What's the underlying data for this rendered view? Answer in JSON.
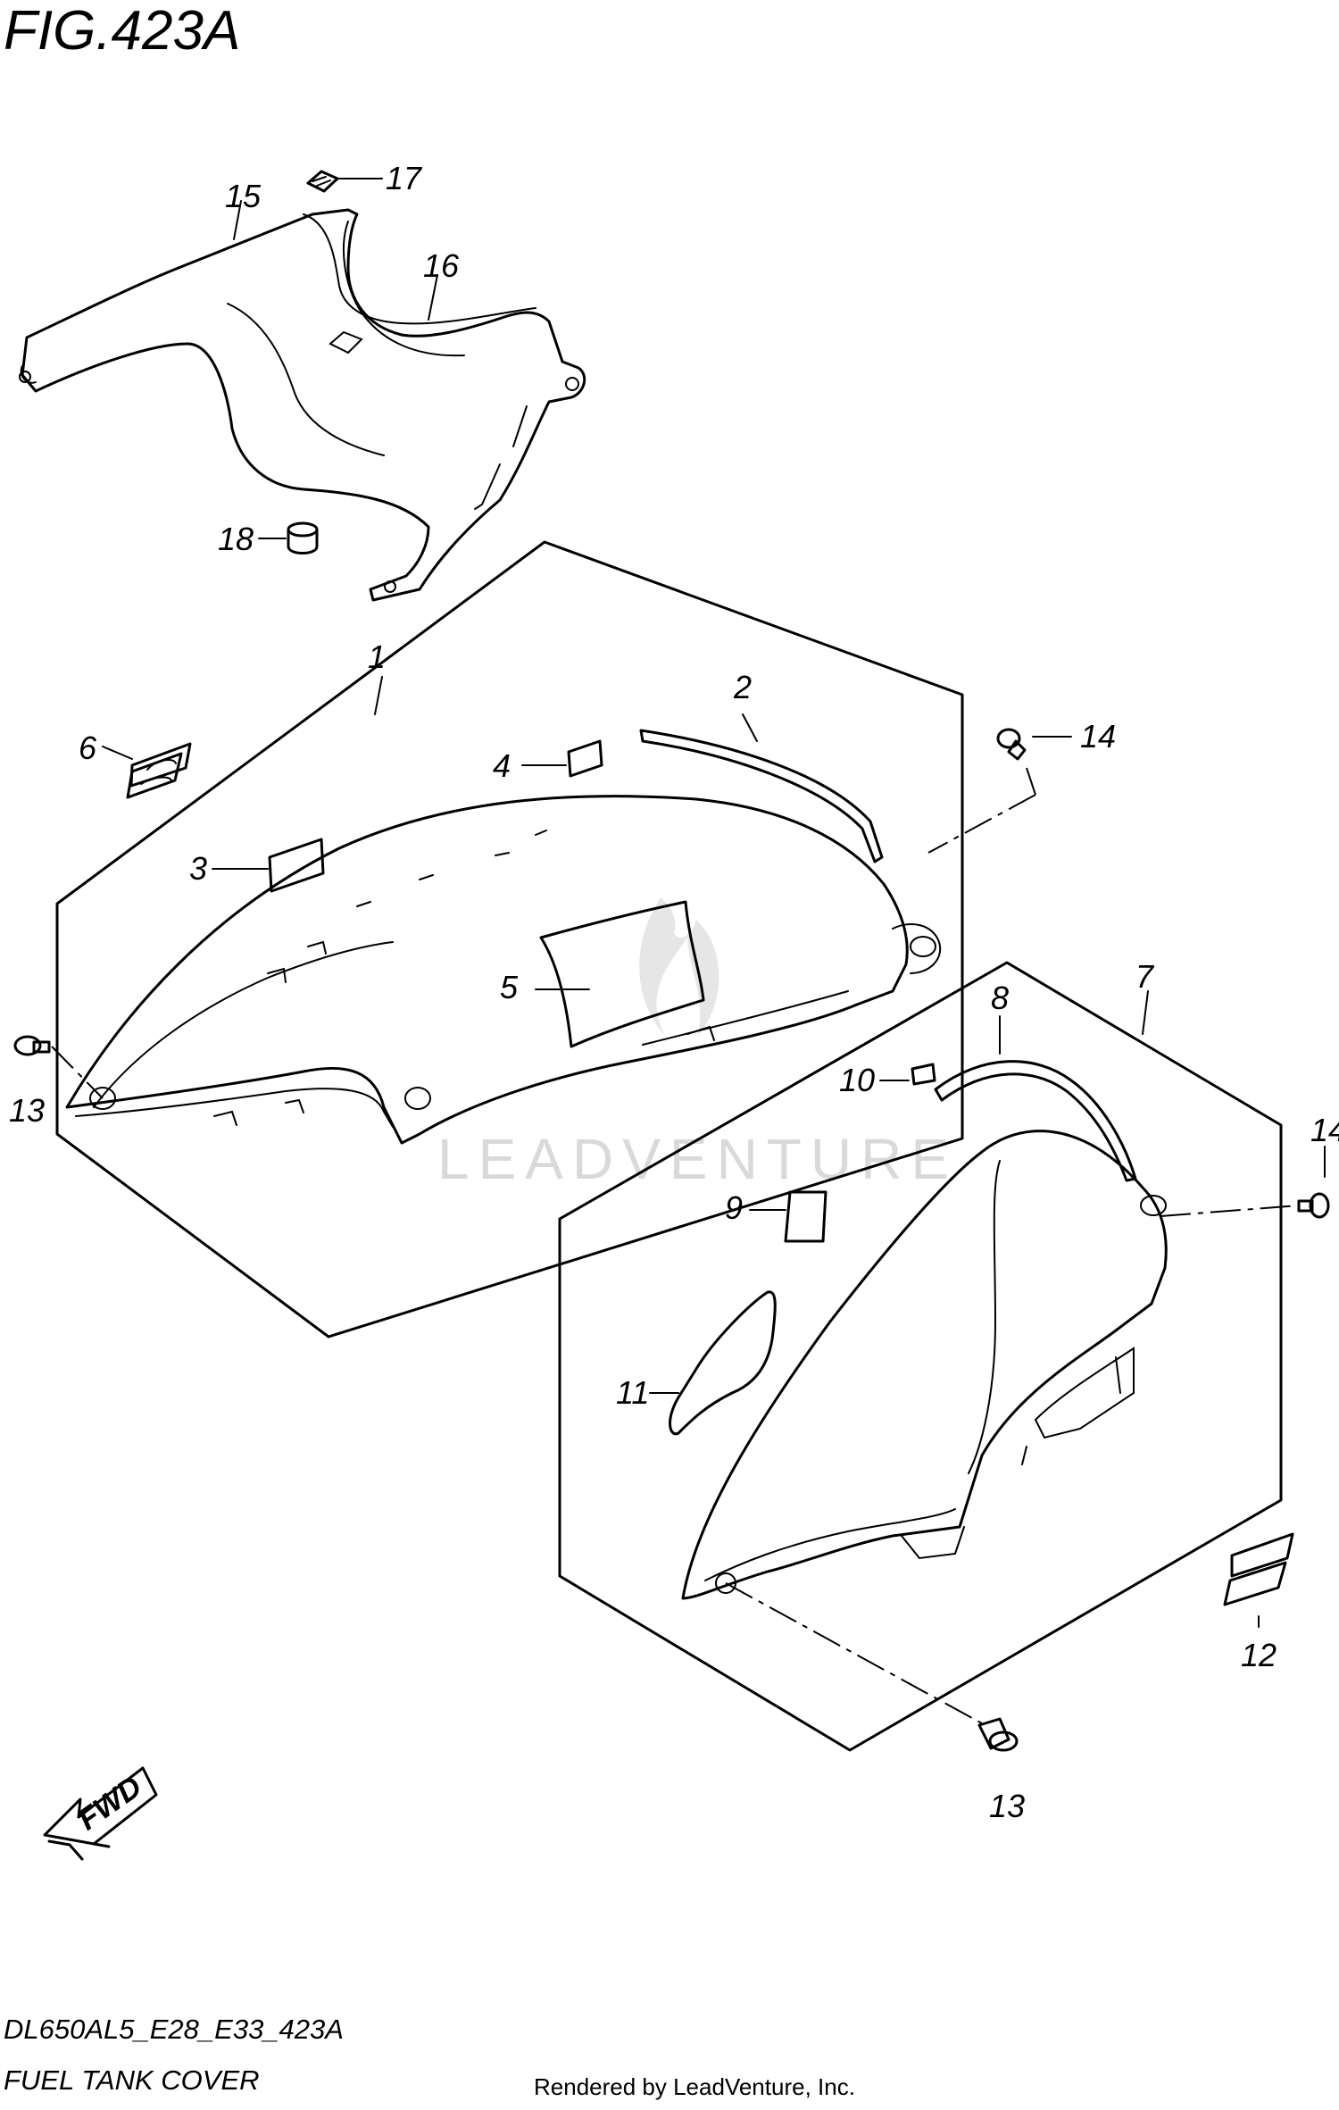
{
  "figure": {
    "title": "FIG.423A",
    "model_code": "DL650AL5_E28_E33_423A",
    "name": "FUEL TANK COVER",
    "render_credit": "Rendered by LeadVenture, Inc."
  },
  "watermark": "LEADVENTURE",
  "direction_arrow": "FWD",
  "callouts": {
    "c1": "1",
    "c2": "2",
    "c3": "3",
    "c4": "4",
    "c5": "5",
    "c6": "6",
    "c7": "7",
    "c8": "8",
    "c9": "9",
    "c10": "10",
    "c11": "11",
    "c12": "12",
    "c13_left": "13",
    "c13_bottom": "13",
    "c14_top": "14",
    "c14_right": "14",
    "c15": "15",
    "c16": "16",
    "c17": "17",
    "c18": "18"
  }
}
